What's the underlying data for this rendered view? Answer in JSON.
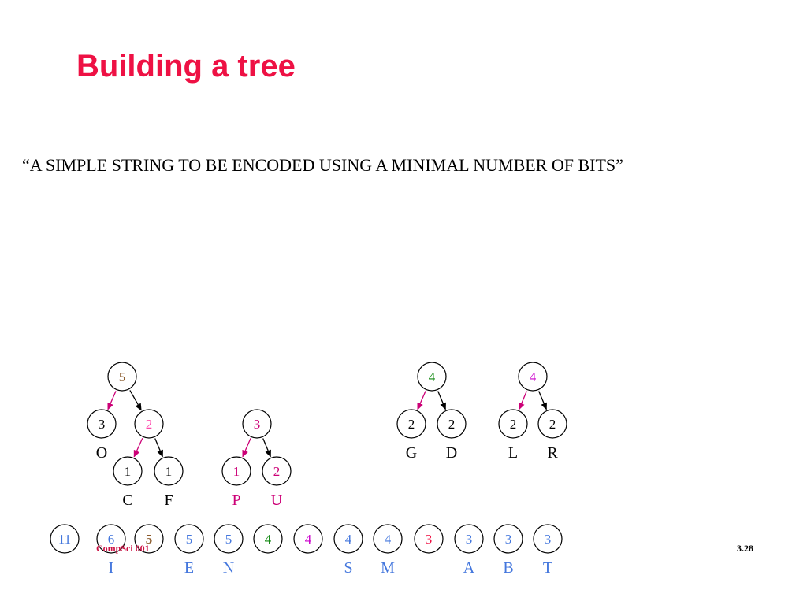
{
  "slide": {
    "title": "Building a tree",
    "subtitle": "“A SIMPLE STRING TO BE ENCODED USING A MINIMAL NUMBER OF BITS”",
    "footer_course": "CompSci 001",
    "footer_page": "3.28"
  },
  "colors": {
    "title": "#ee1144",
    "black": "#000000",
    "brown": "#8b5a2b",
    "pink": "#ff44aa",
    "magenta": "#cc0077",
    "green": "#118811",
    "purple": "#cc00cc",
    "blue": "#4477dd",
    "red": "#ee1144"
  },
  "trees": [
    {
      "name": "tree-5-o-c-f",
      "nodes": [
        {
          "id": "t1-root",
          "value": "5",
          "color": "brown"
        },
        {
          "id": "t1-o",
          "value": "3",
          "color": "black",
          "label": "O"
        },
        {
          "id": "t1-mid",
          "value": "2",
          "color": "pink"
        },
        {
          "id": "t1-c",
          "value": "1",
          "color": "black",
          "label": "C"
        },
        {
          "id": "t1-f",
          "value": "1",
          "color": "black",
          "label": "F"
        }
      ],
      "edges": [
        {
          "from": "t1-root",
          "to": "t1-o",
          "color": "magenta"
        },
        {
          "from": "t1-root",
          "to": "t1-mid",
          "color": "black"
        },
        {
          "from": "t1-mid",
          "to": "t1-c",
          "color": "magenta"
        },
        {
          "from": "t1-mid",
          "to": "t1-f",
          "color": "black"
        }
      ]
    },
    {
      "name": "tree-3-p-u",
      "nodes": [
        {
          "id": "t2-root",
          "value": "3",
          "color": "magenta"
        },
        {
          "id": "t2-p",
          "value": "1",
          "color": "magenta",
          "label": "P",
          "labelColor": "magenta"
        },
        {
          "id": "t2-u",
          "value": "2",
          "color": "magenta",
          "label": "U",
          "labelColor": "magenta"
        }
      ],
      "edges": [
        {
          "from": "t2-root",
          "to": "t2-p",
          "color": "magenta"
        },
        {
          "from": "t2-root",
          "to": "t2-u",
          "color": "black"
        }
      ]
    },
    {
      "name": "tree-4-g-d",
      "nodes": [
        {
          "id": "t3-root",
          "value": "4",
          "color": "green"
        },
        {
          "id": "t3-g",
          "value": "2",
          "color": "black",
          "label": "G"
        },
        {
          "id": "t3-d",
          "value": "2",
          "color": "black",
          "label": "D"
        }
      ],
      "edges": [
        {
          "from": "t3-root",
          "to": "t3-g",
          "color": "magenta"
        },
        {
          "from": "t3-root",
          "to": "t3-d",
          "color": "black"
        }
      ]
    },
    {
      "name": "tree-4-l-r",
      "nodes": [
        {
          "id": "t4-root",
          "value": "4",
          "color": "purple"
        },
        {
          "id": "t4-l",
          "value": "2",
          "color": "black",
          "label": "L"
        },
        {
          "id": "t4-r",
          "value": "2",
          "color": "black",
          "label": "R"
        }
      ],
      "edges": [
        {
          "from": "t4-root",
          "to": "t4-l",
          "color": "magenta"
        },
        {
          "from": "t4-root",
          "to": "t4-r",
          "color": "black"
        }
      ]
    }
  ],
  "queue": [
    {
      "value": "11",
      "color": "blue",
      "label": ""
    },
    {
      "value": "6",
      "color": "blue",
      "label": "I"
    },
    {
      "value": "5",
      "color": "brown",
      "label": "",
      "bold": true
    },
    {
      "value": "5",
      "color": "blue",
      "label": "E"
    },
    {
      "value": "5",
      "color": "blue",
      "label": "N"
    },
    {
      "value": "4",
      "color": "green",
      "label": ""
    },
    {
      "value": "4",
      "color": "purple",
      "label": ""
    },
    {
      "value": "4",
      "color": "blue",
      "label": "S"
    },
    {
      "value": "4",
      "color": "blue",
      "label": "M"
    },
    {
      "value": "3",
      "color": "red",
      "label": ""
    },
    {
      "value": "3",
      "color": "blue",
      "label": "A"
    },
    {
      "value": "3",
      "color": "blue",
      "label": "B"
    },
    {
      "value": "3",
      "color": "blue",
      "label": "T"
    }
  ]
}
